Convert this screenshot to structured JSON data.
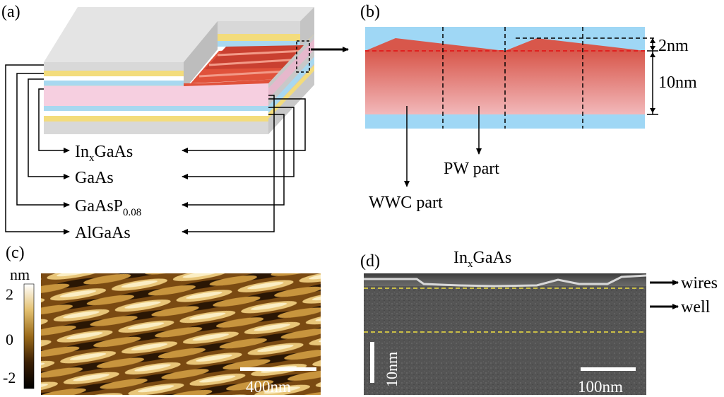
{
  "panel_a": {
    "label": "(a)",
    "legend": [
      {
        "base": "In",
        "sub": "x",
        "rest": "GaAs"
      },
      {
        "base": "GaAs",
        "sub": "",
        "rest": ""
      },
      {
        "base": "GaAsP",
        "sub": "0.08",
        "rest": ""
      },
      {
        "base": "AlGaAs",
        "sub": "",
        "rest": ""
      }
    ],
    "colors": {
      "gray": "#d6d6d6",
      "yellow": "#f3dc7c",
      "blue": "#a8d8f0",
      "pink": "#f6cfe0",
      "red": "#e0523b"
    }
  },
  "panel_b": {
    "label": "(b)",
    "dim_top": "2nm",
    "dim_bottom": "10nm",
    "part_pw": "PW part",
    "part_wwc": "WWC part",
    "colors": {
      "barrier": "#9fd7f5",
      "well_top": "#d95a4c",
      "well_bottom": "#f1b6b8",
      "dashed_red": "#e02020"
    }
  },
  "panel_c": {
    "label": "(c)",
    "colorbar_unit": "nm",
    "colorbar_ticks": [
      "2",
      "0",
      "-2"
    ],
    "scalebar": "400nm"
  },
  "panel_d": {
    "label": "(d)",
    "title": {
      "base": "In",
      "sub": "x",
      "rest": "GaAs"
    },
    "wires": "wires",
    "well": "well",
    "scale_v": "10nm",
    "scale_h": "100nm"
  }
}
